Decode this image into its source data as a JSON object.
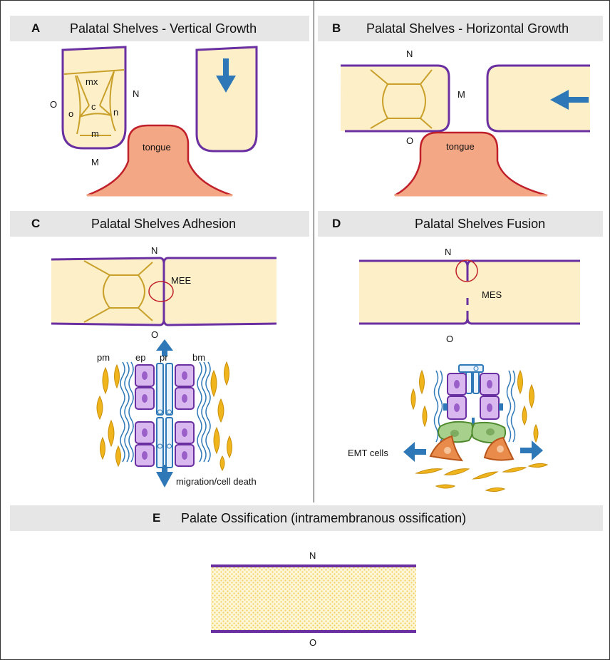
{
  "panels": {
    "a": {
      "letter": "A",
      "title": "Palatal Shelves - Vertical Growth",
      "labels": {
        "mx": "mx",
        "c": "c",
        "o_small": "o",
        "n_small": "n",
        "m": "m",
        "O": "O",
        "N": "N",
        "M": "M",
        "tongue": "tongue"
      }
    },
    "b": {
      "letter": "B",
      "title": "Palatal Shelves - Horizontal Growth",
      "labels": {
        "N": "N",
        "M": "M",
        "O": "O",
        "tongue": "tongue"
      }
    },
    "c": {
      "letter": "C",
      "title": "Palatal Shelves Adhesion",
      "labels": {
        "N": "N",
        "O": "O",
        "MEE": "MEE",
        "pm": "pm",
        "ep": "ep",
        "pr": "pr",
        "bm": "bm",
        "migration": "migration/cell death"
      }
    },
    "d": {
      "letter": "D",
      "title": "Palatal Shelves Fusion",
      "labels": {
        "N": "N",
        "O": "O",
        "MES": "MES",
        "emt": "EMT cells"
      }
    },
    "e": {
      "letter": "E",
      "title": "Palate Ossification (intramembranous ossification)",
      "labels": {
        "N": "N",
        "O": "O"
      }
    }
  },
  "colors": {
    "shelf_fill": "#fdefc8",
    "epithelium": "#6a2fa0",
    "cartilage_lines": "#c9a02a",
    "tongue_fill": "#f4a784",
    "tongue_edge": "#c0202a",
    "arrow": "#2e78b7",
    "header_bg": "#e6e6e6",
    "cell_fill": "#d9b8f0",
    "mesenchyme": "#f0b41c",
    "emt_green": "#a8d08d",
    "emt_orange": "#e98b4a"
  }
}
